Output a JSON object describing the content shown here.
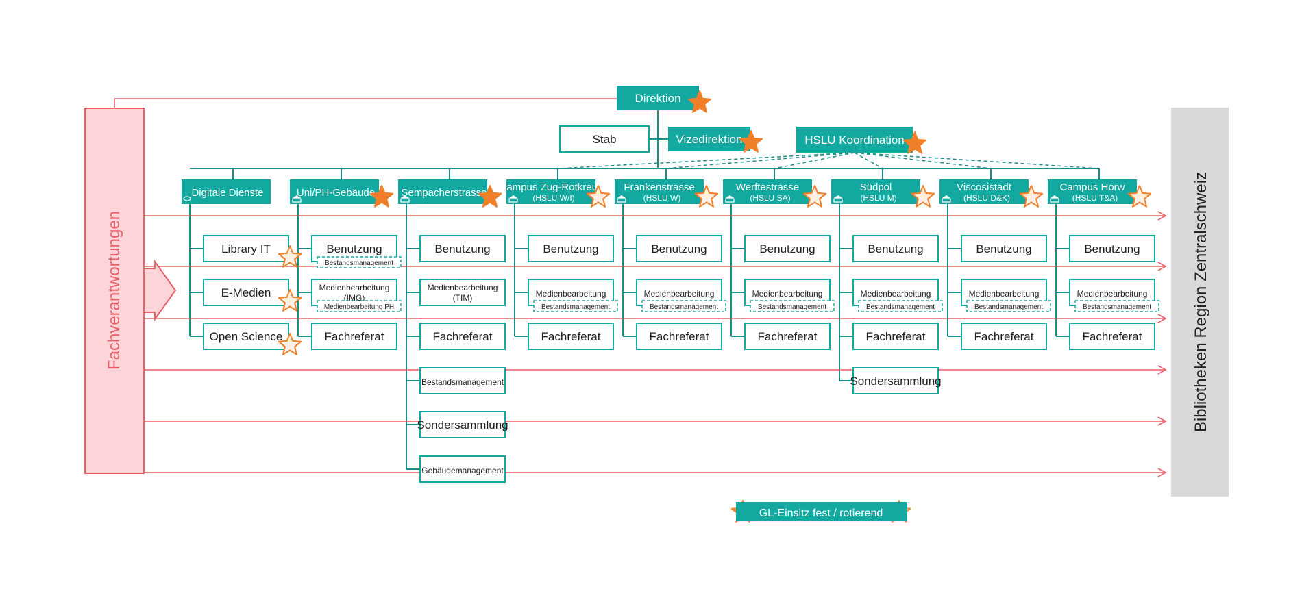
{
  "colors": {
    "teal": "#13a8a0",
    "teal_line": "#1a8f87",
    "red": "#e8606a",
    "pink_fill": "#fdd5d9",
    "star_fill": "#f07f2a",
    "star_outline_fill": "#fdf0e4",
    "gray_band": "#d9d9d9"
  },
  "top": {
    "direktion": "Direktion",
    "stab": "Stab",
    "vizedirektion": "Vizedirektion",
    "hslu": "HSLU Koordination"
  },
  "left_label": "Fachverantwortungen",
  "right_label": "Bibliotheken Region Zentralschweiz",
  "legend": "GL-Einsitz fest / rotierend",
  "columns": [
    {
      "title": "Digitale Dienste",
      "subtitle": "",
      "icon": "cloud-icon",
      "star": "none",
      "items": [
        {
          "label": "Library IT",
          "star": "outline"
        },
        {
          "label": "E-Medien",
          "star": "outline"
        },
        {
          "label": "Open Science",
          "star": "outline"
        }
      ]
    },
    {
      "title": "Uni/PH-Gebäude",
      "subtitle": "",
      "icon": "building-icon",
      "star": "filled",
      "items": [
        {
          "label": "Benutzung",
          "sub": "Bestandsmanagement"
        },
        {
          "label": "Medienbearbeitung (IMG)",
          "sub": "Medienbearbeitung PH"
        },
        {
          "label": "Fachreferat"
        }
      ]
    },
    {
      "title": "Sempacherstrasse",
      "subtitle": "",
      "icon": "building-icon",
      "star": "filled",
      "items": [
        {
          "label": "Benutzung"
        },
        {
          "label": "Medienbearbeitung (TIM)"
        },
        {
          "label": "Fachreferat"
        },
        {
          "label": "Bestandsmanagement"
        },
        {
          "label": "Sondersammlung"
        },
        {
          "label": "Gebäudemanagement"
        }
      ]
    },
    {
      "title": "Campus Zug-Rotkreuz",
      "subtitle": "(HSLU W/I)",
      "icon": "building-icon",
      "star": "outline",
      "items": [
        {
          "label": "Benutzung"
        },
        {
          "label": "Medienbearbeitung",
          "sub": "Bestandsmanagement"
        },
        {
          "label": "Fachreferat"
        }
      ]
    },
    {
      "title": "Frankenstrasse",
      "subtitle": "(HSLU W)",
      "icon": "building-icon",
      "star": "outline",
      "items": [
        {
          "label": "Benutzung"
        },
        {
          "label": "Medienbearbeitung",
          "sub": "Bestandsmanagement"
        },
        {
          "label": "Fachreferat"
        }
      ]
    },
    {
      "title": "Werftestrasse",
      "subtitle": "(HSLU SA)",
      "icon": "building-icon",
      "star": "outline",
      "items": [
        {
          "label": "Benutzung"
        },
        {
          "label": "Medienbearbeitung",
          "sub": "Bestandsmanagement"
        },
        {
          "label": "Fachreferat"
        }
      ]
    },
    {
      "title": "Südpol",
      "subtitle": "(HSLU M)",
      "icon": "building-icon",
      "star": "outline",
      "items": [
        {
          "label": "Benutzung"
        },
        {
          "label": "Medienbearbeitung",
          "sub": "Bestandsmanagement"
        },
        {
          "label": "Fachreferat"
        },
        {
          "label": "Sondersammlung"
        }
      ]
    },
    {
      "title": "Viscosistadt",
      "subtitle": "(HSLU D&K)",
      "icon": "building-icon",
      "star": "outline",
      "items": [
        {
          "label": "Benutzung"
        },
        {
          "label": "Medienbearbeitung",
          "sub": "Bestandsmanagement"
        },
        {
          "label": "Fachreferat"
        }
      ]
    },
    {
      "title": "Campus Horw",
      "subtitle": "(HSLU T&A)",
      "icon": "building-icon",
      "star": "outline",
      "items": [
        {
          "label": "Benutzung"
        },
        {
          "label": "Medienbearbeitung",
          "sub": "Bestandsmanagement"
        },
        {
          "label": "Fachreferat"
        }
      ]
    }
  ]
}
